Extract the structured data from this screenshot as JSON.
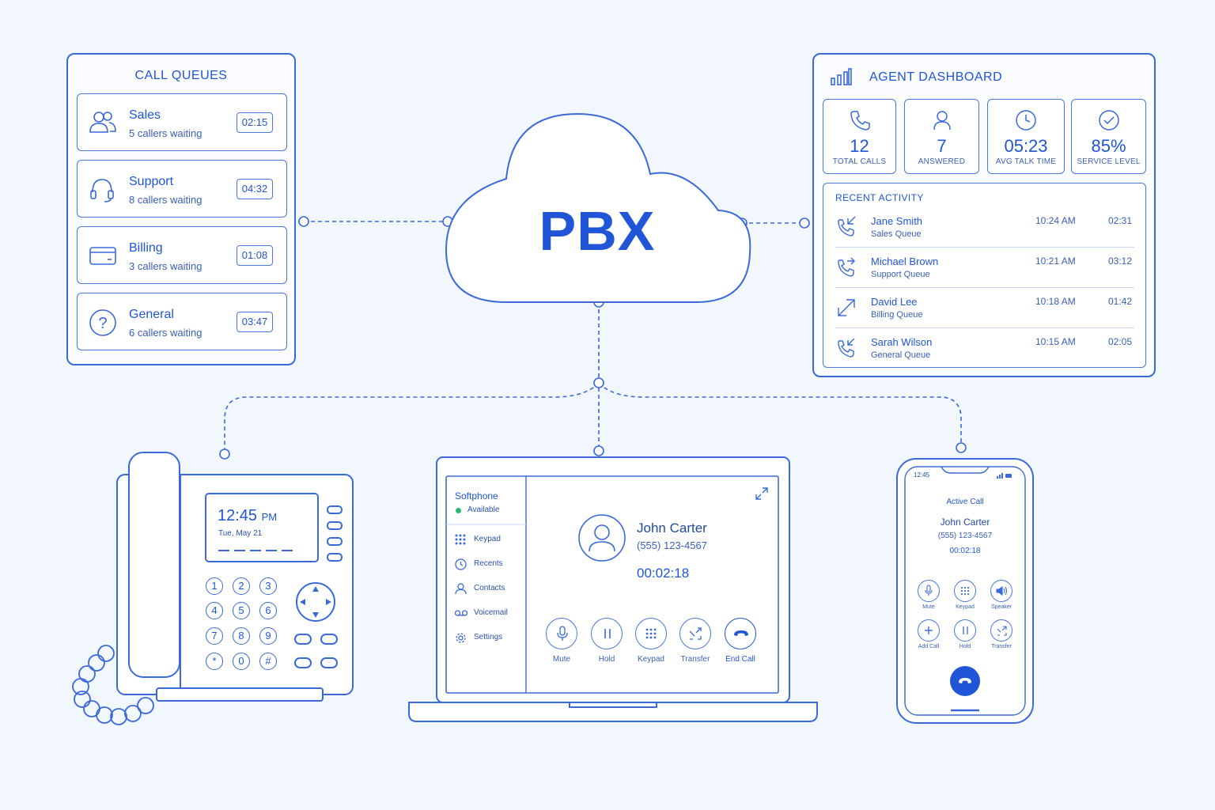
{
  "pbx": {
    "label": "PBX"
  },
  "queues": {
    "title": "CALL QUEUES",
    "items": [
      {
        "name": "Sales",
        "waiting": "5 callers waiting",
        "time": "02:15",
        "icon": "users-icon"
      },
      {
        "name": "Support",
        "waiting": "8 callers waiting",
        "time": "04:32",
        "icon": "headset-icon"
      },
      {
        "name": "Billing",
        "waiting": "3 callers waiting",
        "time": "01:08",
        "icon": "credit-card-icon"
      },
      {
        "name": "General",
        "waiting": "6 callers waiting",
        "time": "03:47",
        "icon": "question-icon"
      }
    ]
  },
  "dashboard": {
    "title": "AGENT DASHBOARD",
    "stats": [
      {
        "value": "12",
        "label": "TOTAL CALLS",
        "icon": "phone-icon"
      },
      {
        "value": "7",
        "label": "ANSWERED",
        "icon": "user-icon"
      },
      {
        "value": "05:23",
        "label": "AVG TALK TIME",
        "icon": "clock-icon"
      },
      {
        "value": "85%",
        "label": "SERVICE LEVEL",
        "icon": "check-circle-icon"
      }
    ],
    "recent_title": "RECENT ACTIVITY",
    "recent": [
      {
        "name": "Jane Smith",
        "queue": "Sales Queue",
        "time": "10:24 AM",
        "duration": "02:31",
        "icon": "incoming-call-icon"
      },
      {
        "name": "Michael Brown",
        "queue": "Support Queue",
        "time": "10:21 AM",
        "duration": "03:12",
        "icon": "forwarded-call-icon"
      },
      {
        "name": "David Lee",
        "queue": "Billing Queue",
        "time": "10:18 AM",
        "duration": "01:42",
        "icon": "transfer-arrow-icon"
      },
      {
        "name": "Sarah Wilson",
        "queue": "General Queue",
        "time": "10:15 AM",
        "duration": "02:05",
        "icon": "missed-call-icon"
      }
    ]
  },
  "deskphone": {
    "time": "12:45",
    "ampm": "PM",
    "date": "Tue, May 21",
    "keys": [
      "1",
      "2",
      "3",
      "4",
      "5",
      "6",
      "7",
      "8",
      "9",
      "*",
      "0",
      "#"
    ]
  },
  "softphone": {
    "app_name": "Softphone",
    "status": "Available",
    "status_color": "#2bb673",
    "menu": [
      {
        "label": "Keypad",
        "icon": "keypad-icon"
      },
      {
        "label": "Recents",
        "icon": "clock-icon"
      },
      {
        "label": "Contacts",
        "icon": "user-icon"
      },
      {
        "label": "Voicemail",
        "icon": "voicemail-icon"
      },
      {
        "label": "Settings",
        "icon": "gear-icon"
      }
    ],
    "caller_name": "John Carter",
    "caller_number": "(555) 123-4567",
    "duration": "00:02:18",
    "controls": [
      {
        "label": "Mute",
        "icon": "microphone-icon"
      },
      {
        "label": "Hold",
        "icon": "pause-icon"
      },
      {
        "label": "Keypad",
        "icon": "keypad-icon"
      },
      {
        "label": "Transfer",
        "icon": "transfer-icon"
      },
      {
        "label": "End Call",
        "icon": "hangup-icon"
      }
    ]
  },
  "mobile": {
    "status_time": "12:45",
    "title": "Active Call",
    "caller_name": "John Carter",
    "caller_number": "(555) 123-4567",
    "duration": "00:02:18",
    "controls": [
      {
        "label": "Mute",
        "icon": "microphone-icon"
      },
      {
        "label": "Keypad",
        "icon": "keypad-icon"
      },
      {
        "label": "Speaker",
        "icon": "speaker-icon"
      },
      {
        "label": "Add Call",
        "icon": "plus-icon"
      },
      {
        "label": "Hold",
        "icon": "pause-icon"
      },
      {
        "label": "Transfer",
        "icon": "transfer-icon"
      }
    ],
    "end_color": "#1f55d6"
  },
  "colors": {
    "accent": "#1f55d6",
    "line": "#3a6ad9",
    "background": "#f2f6fd"
  }
}
